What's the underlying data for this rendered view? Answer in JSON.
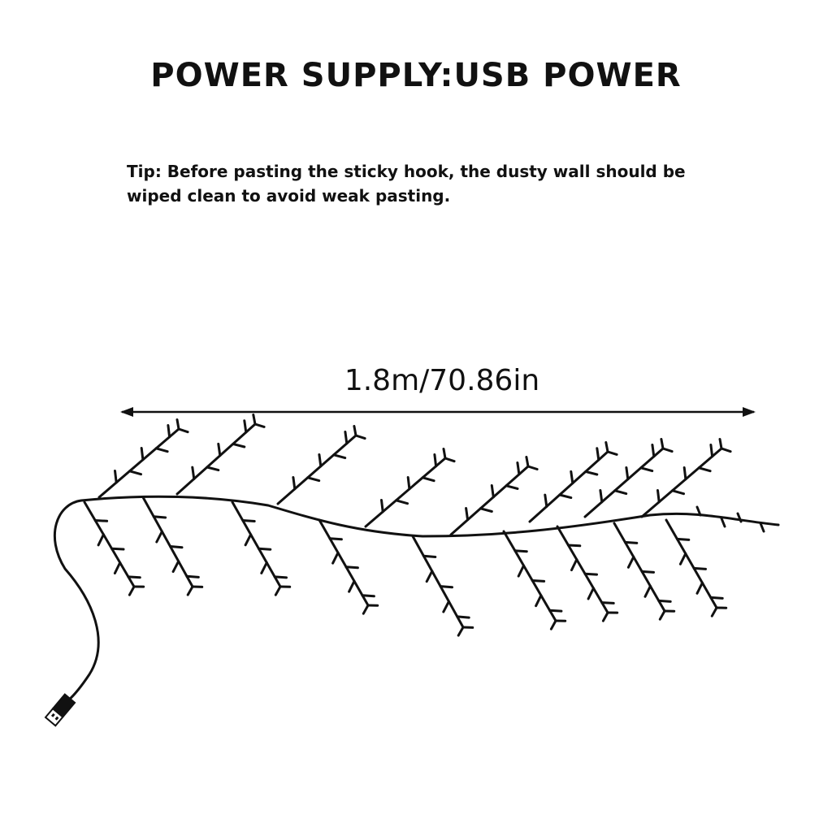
{
  "header": {
    "title": "POWER SUPPLY:USB POWER",
    "tip": "Tip: Before pasting the sticky hook, the dusty wall should be wiped clean to avoid weak pasting."
  },
  "dimension": {
    "label": "1.8m/70.86in"
  },
  "colors": {
    "ink": "#111111",
    "background": "#ffffff"
  },
  "icons": [
    "usb-plug-icon",
    "double-arrow-icon"
  ]
}
